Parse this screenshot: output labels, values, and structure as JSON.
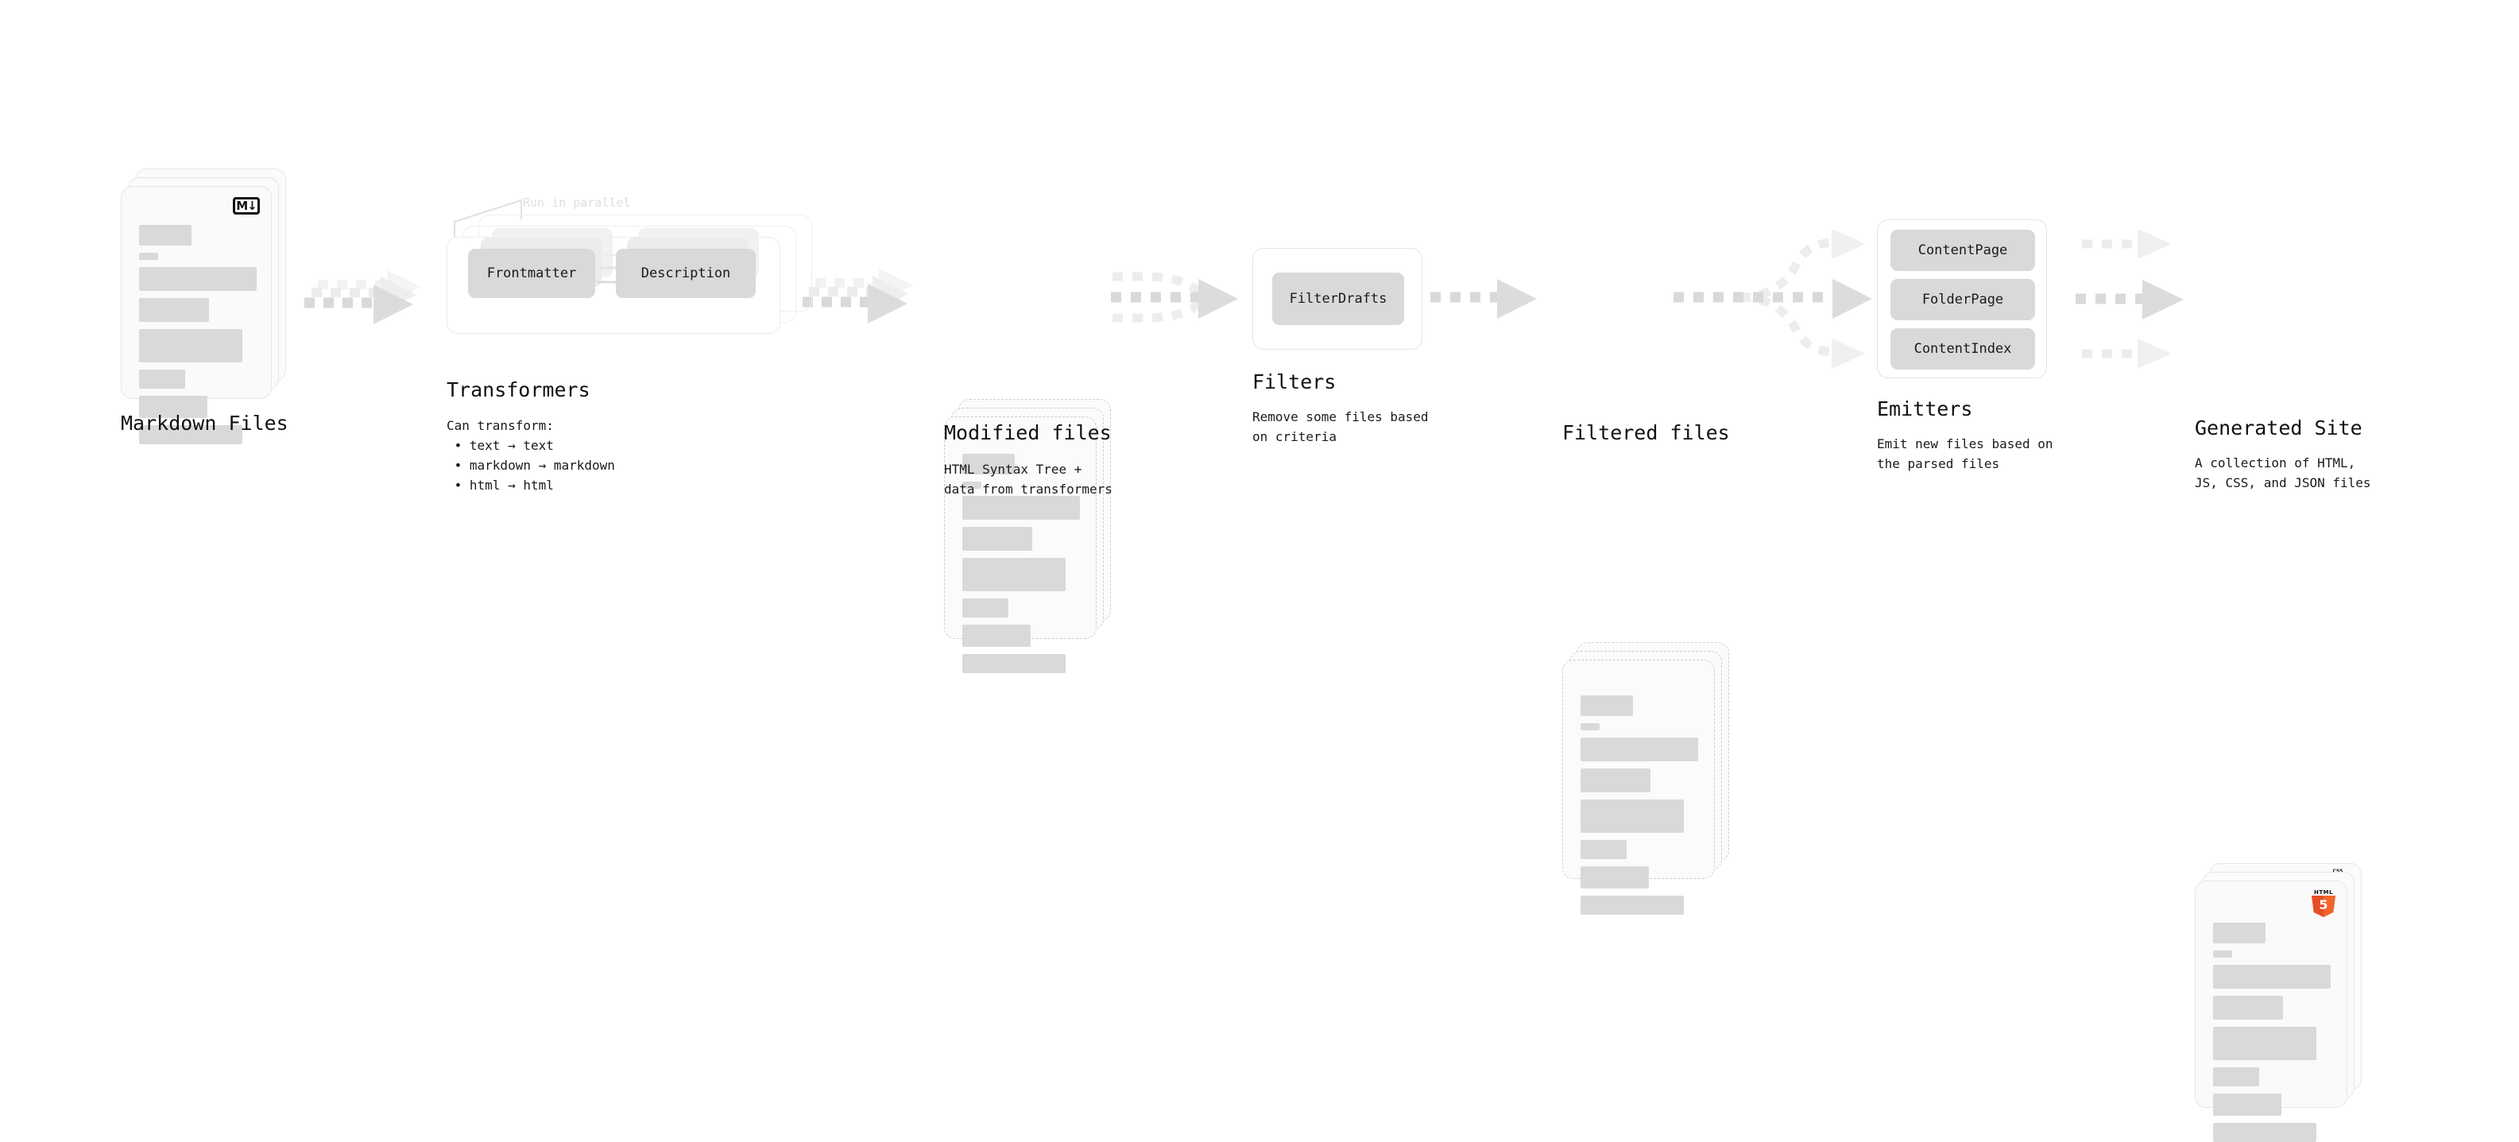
{
  "diagram": {
    "title_font_note": "",
    "stages": [
      {
        "id": "markdown-files",
        "title": "Markdown Files",
        "subtitle": "",
        "badge": "markdown-logo-icon",
        "badge_text": "M↓"
      },
      {
        "id": "transformers",
        "title": "Transformers",
        "subtitle": "Can transform:\n • text → text\n • markdown → markdown\n • html → html",
        "note": "Run in parallel",
        "chips": [
          "Frontmatter",
          "Description"
        ]
      },
      {
        "id": "modified-files",
        "title": "Modified files",
        "subtitle": "HTML Syntax Tree +\ndata from transformers"
      },
      {
        "id": "filters",
        "title": "Filters",
        "subtitle": "Remove some files based\non criteria",
        "chips": [
          "FilterDrafts"
        ]
      },
      {
        "id": "filtered-files",
        "title": "Filtered files",
        "subtitle": ""
      },
      {
        "id": "emitters",
        "title": "Emitters",
        "subtitle": "Emit new files based on\nthe parsed files",
        "chips": [
          "ContentPage",
          "FolderPage",
          "ContentIndex"
        ]
      },
      {
        "id": "generated-site",
        "title": "Generated Site",
        "subtitle": "A collection of HTML,\nJS, CSS, and JSON files",
        "badges": [
          "css3-icon",
          "js-icon",
          "html5-icon"
        ],
        "badge_text": {
          "css": "CSS",
          "html5_label": "HTML",
          "html5_digit": "5"
        }
      }
    ],
    "colors": {
      "arrow": "#d6d6d6",
      "arrow_faint": "#ececec",
      "chip": "#d9d9d9",
      "doc_bar": "#d9d9d9",
      "doc_border": "#e6e6e6",
      "doc_border_dashed": "#cfcfcf",
      "text": "#111111",
      "note": "#dedede",
      "html5": "#e44d26",
      "css3": "#264de4",
      "js": "#f7df1e",
      "background": "#ffffff"
    },
    "doc_bars": [
      {
        "w": 66,
        "h": 26
      },
      {
        "w": 24,
        "h": 9
      },
      {
        "w": 165,
        "h": 30
      },
      {
        "w": 98,
        "h": 30
      },
      {
        "w": 148,
        "h": 42
      },
      {
        "w": 64,
        "h": 26
      },
      {
        "w": 96,
        "h": 30
      },
      {
        "w": 148,
        "h": 26
      }
    ]
  }
}
